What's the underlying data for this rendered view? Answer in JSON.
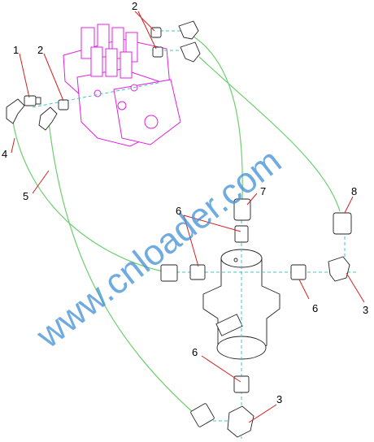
{
  "callouts": {
    "c1": "1",
    "c2a": "2",
    "c2b": "2",
    "c3a": "3",
    "c3b": "3",
    "c4": "4",
    "c5": "5",
    "c6a": "6",
    "c6b": "6",
    "c6c": "6",
    "c7": "7",
    "c8": "8"
  },
  "watermark": "www.cnloader.com",
  "colors": {
    "valve_outline": "#e020e0",
    "hose": "#6fcf6f",
    "leader": "#d42020",
    "centerline": "#49c3c3",
    "watermark": "#3f8fd8"
  }
}
